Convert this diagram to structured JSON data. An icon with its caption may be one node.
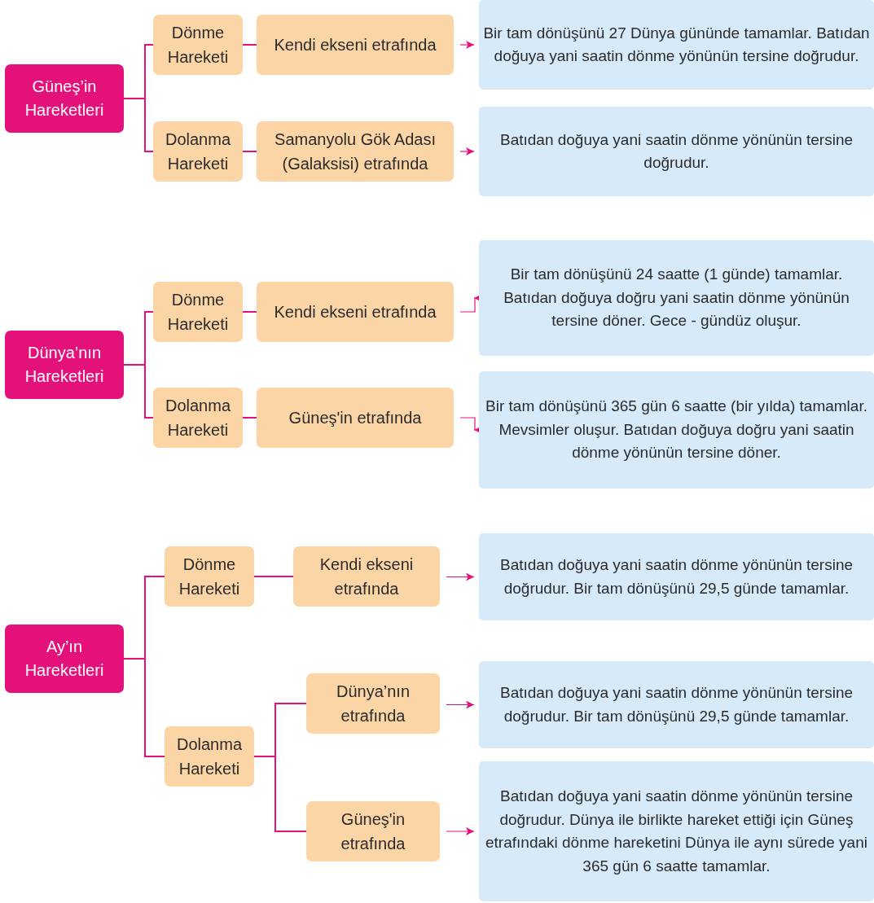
{
  "diagram": {
    "nodes": [
      {
        "text": [
          "Güneş’in Hareketleri"
        ]
      },
      {
        "text": [
          "Dönme Hareketi"
        ]
      },
      {
        "text": [
          "Kendi ekseni etrafında"
        ]
      },
      {
        "text": [
          "Bir tam dönüşünü  27 Dünya gününde tamamlar. Batıdan doğuya yani saatin dönme yönünün tersine doğrudur."
        ]
      },
      {
        "text": [
          "Dolanma Hareketi"
        ]
      },
      {
        "text": [
          "Samanyolu Gök Adası (Galaksisi) etrafında"
        ]
      },
      {
        "text": [
          "Batıdan doğuya yani saatin dönme yönünün tersine doğrudur."
        ]
      },
      {
        "text": [
          "Dünya’nın Hareketleri"
        ]
      },
      {
        "text": [
          "Dönme Hareketi"
        ]
      },
      {
        "text": [
          "Kendi ekseni etrafında"
        ]
      },
      {
        "text": [
          "Bir tam dönüşünü 24 saatte (1 günde) tamamlar. Batıdan doğuya doğru yani saatin dönme yönünün tersine döner. Gece - gündüz oluşur."
        ]
      },
      {
        "text": [
          "Dolanma Hareketi"
        ]
      },
      {
        "text": [
          "Güneş'in etrafında"
        ]
      },
      {
        "text": [
          "Bir tam dönüşünü 365 gün 6 saatte (bir yılda) tamamlar. Mevsimler oluşur. Batıdan doğuya doğru yani saatin dönme yönünün tersine döner."
        ]
      },
      {
        "text": [
          "Ay’ın Hareketleri"
        ]
      },
      {
        "text": [
          "Dönme Hareketi"
        ]
      },
      {
        "text": [
          "Kendi ekseni etrafında"
        ]
      },
      {
        "text": [
          "Batıdan doğuya yani saatin dönme yönünün tersine doğrudur. Bir tam dönüşünü 29,5 günde tamamlar."
        ]
      },
      {
        "text": [
          "Dolanma Hareketi"
        ]
      },
      {
        "text": [
          "Dünya’nın etrafında"
        ]
      },
      {
        "text": [
          "Batıdan doğuya yani saatin dönme yönünün tersine doğrudur. Bir tam dönüşünü 29,5 günde tamamlar."
        ]
      },
      {
        "text": [
          "Güneş'in etrafında"
        ]
      },
      {
        "text": [
          "Batıdan doğuya yani saatin dönme yönünün tersine doğrudur. Dünya ile birlikte hareket ettiği için Güneş etrafındaki dönme hareketini Dünya ile aynı sürede yani 365 gün 6 saatte tamamlar."
        ]
      }
    ],
    "edges": [
      {
        "from": 0,
        "to": 1,
        "arrow": "none"
      },
      {
        "from": 0,
        "to": 4,
        "arrow": "none"
      },
      {
        "from": 1,
        "to": 2,
        "arrow": "none"
      },
      {
        "from": 2,
        "to": 3,
        "arrow": "to"
      },
      {
        "from": 4,
        "to": 5,
        "arrow": "none"
      },
      {
        "from": 5,
        "to": 6,
        "arrow": "to"
      },
      {
        "from": 7,
        "to": 8,
        "arrow": "none"
      },
      {
        "from": 7,
        "to": 11,
        "arrow": "none"
      },
      {
        "from": 8,
        "to": 9,
        "arrow": "none"
      },
      {
        "from": 9,
        "to": 10,
        "arrow": "to"
      },
      {
        "from": 11,
        "to": 12,
        "arrow": "none"
      },
      {
        "from": 12,
        "to": 13,
        "arrow": "to"
      },
      {
        "from": 14,
        "to": 15,
        "arrow": "none"
      },
      {
        "from": 14,
        "to": 18,
        "arrow": "none"
      },
      {
        "from": 15,
        "to": 16,
        "arrow": "none"
      },
      {
        "from": 16,
        "to": 17,
        "arrow": "to"
      },
      {
        "from": 18,
        "to": 19,
        "arrow": "none"
      },
      {
        "from": 18,
        "to": 21,
        "arrow": "none"
      },
      {
        "from": 19,
        "to": 20,
        "arrow": "to"
      },
      {
        "from": 21,
        "to": 22,
        "arrow": "to"
      }
    ]
  }
}
